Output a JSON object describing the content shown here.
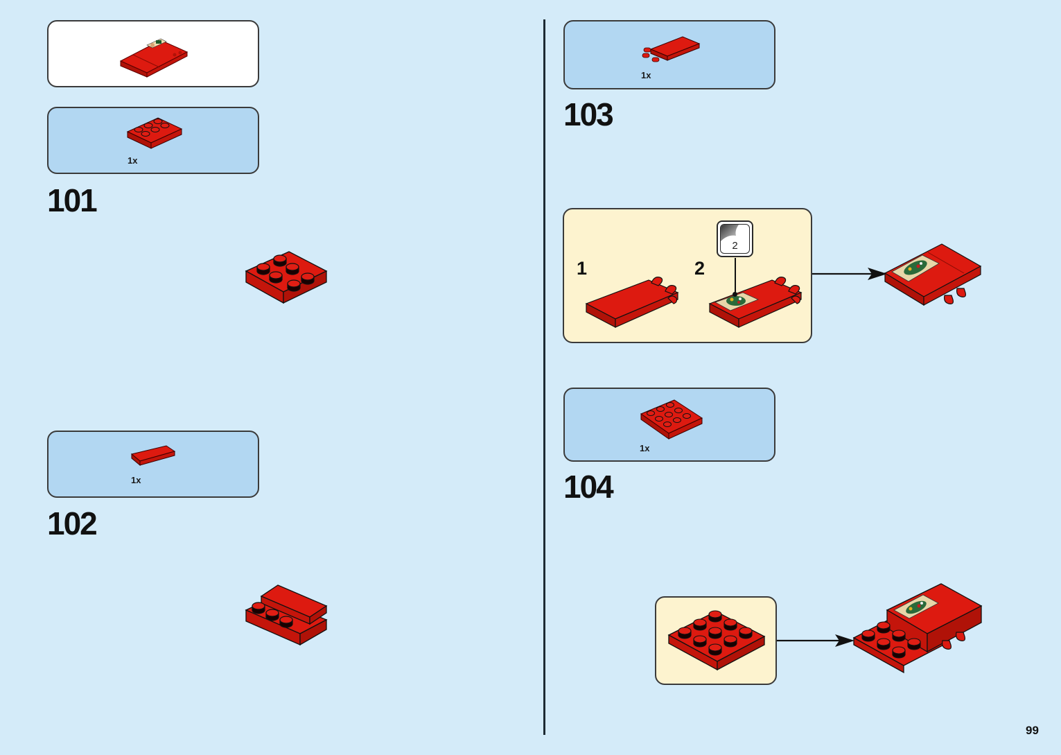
{
  "page": {
    "number": "99",
    "background_color": "#d4ebf9",
    "parts_box_color": "#b2d7f2",
    "subassembly_box_color": "#fdf3cf",
    "brick_color": "#dd1a10"
  },
  "left_column": {
    "subassembly_preview": {
      "icon": "red-flag-assembly-with-sticker-icon"
    },
    "steps": [
      {
        "number": "101",
        "parts": [
          {
            "quantity": "1x",
            "icon": "red-plate-2x3-icon"
          }
        ],
        "result_icon": "red-plate-2x3-icon"
      },
      {
        "number": "102",
        "parts": [
          {
            "quantity": "1x",
            "icon": "red-tile-1x4-icon"
          }
        ],
        "result_icon": "red-plate-with-tile-icon"
      }
    ]
  },
  "right_column": {
    "steps": [
      {
        "number": "103",
        "parts": [
          {
            "quantity": "1x",
            "icon": "red-tile-2x3-with-clips-icon"
          }
        ],
        "subassembly": {
          "substeps": [
            {
              "number": "1",
              "icon": "red-tile-with-clips-icon"
            },
            {
              "number": "2",
              "icon": "red-tile-with-sticker-icon",
              "sticker_callout": "2"
            }
          ]
        },
        "result_icon": "red-flag-assembly-with-sticker-icon"
      },
      {
        "number": "104",
        "parts": [
          {
            "quantity": "1x",
            "icon": "red-plate-3x3-icon"
          }
        ],
        "subassembly": {
          "icon": "red-plate-3x3-icon"
        },
        "result_icon": "red-combined-assembly-icon"
      }
    ]
  }
}
